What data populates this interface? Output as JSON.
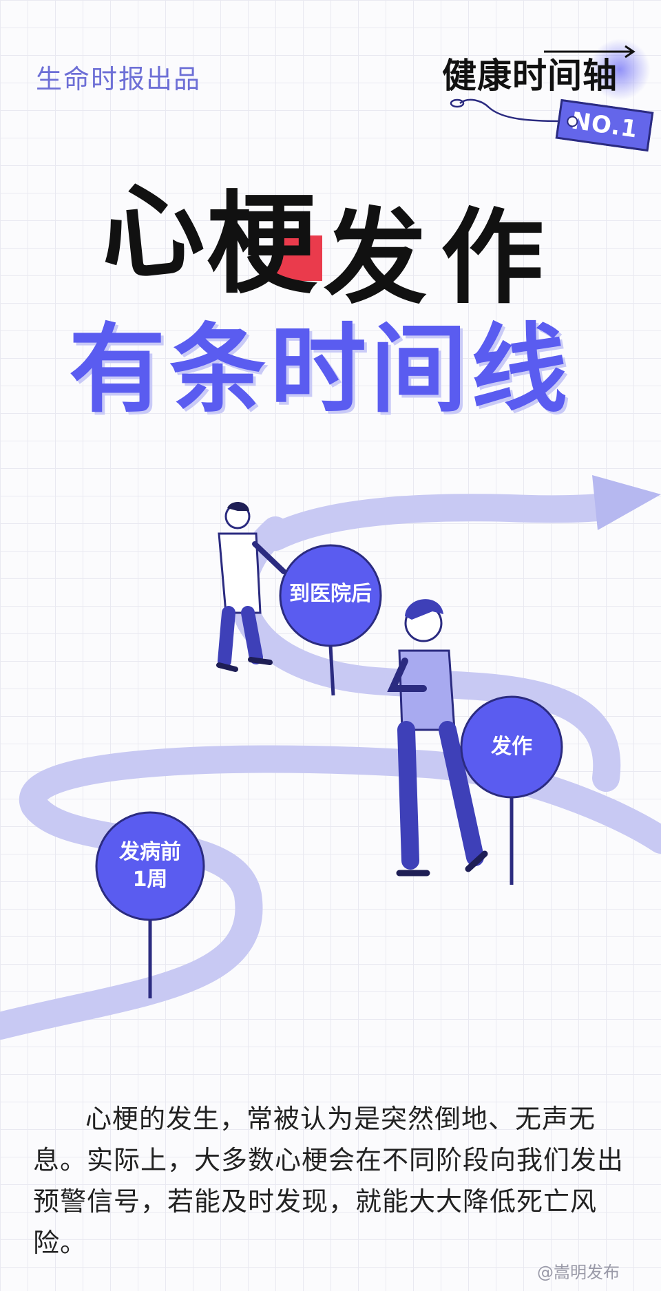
{
  "header": {
    "brand": "生命时报出品",
    "series_title": "健康时间轴",
    "series_badge": "NO.1"
  },
  "headline": {
    "chars": [
      "心",
      "梗",
      "发",
      "作"
    ],
    "subtitle": "有条时间线"
  },
  "timeline": {
    "pins": [
      {
        "label_line1": "到医院后",
        "label_line2": ""
      },
      {
        "label_line1": "发作",
        "label_line2": ""
      },
      {
        "label_line1": "发病前",
        "label_line2": "1周"
      }
    ]
  },
  "body": {
    "paragraph": "心梗的发生，常被认为是突然倒地、无声无息。实际上，大多数心梗会在不同阶段向我们发出预警信号，若能及时发现，就能大大降低死亡风险。"
  },
  "watermark": "@嵩明发布",
  "colors": {
    "accent": "#5a5cf0",
    "accent_dark": "#2b2b80",
    "path": "#c8c9f3",
    "red": "#ea3b4c"
  }
}
